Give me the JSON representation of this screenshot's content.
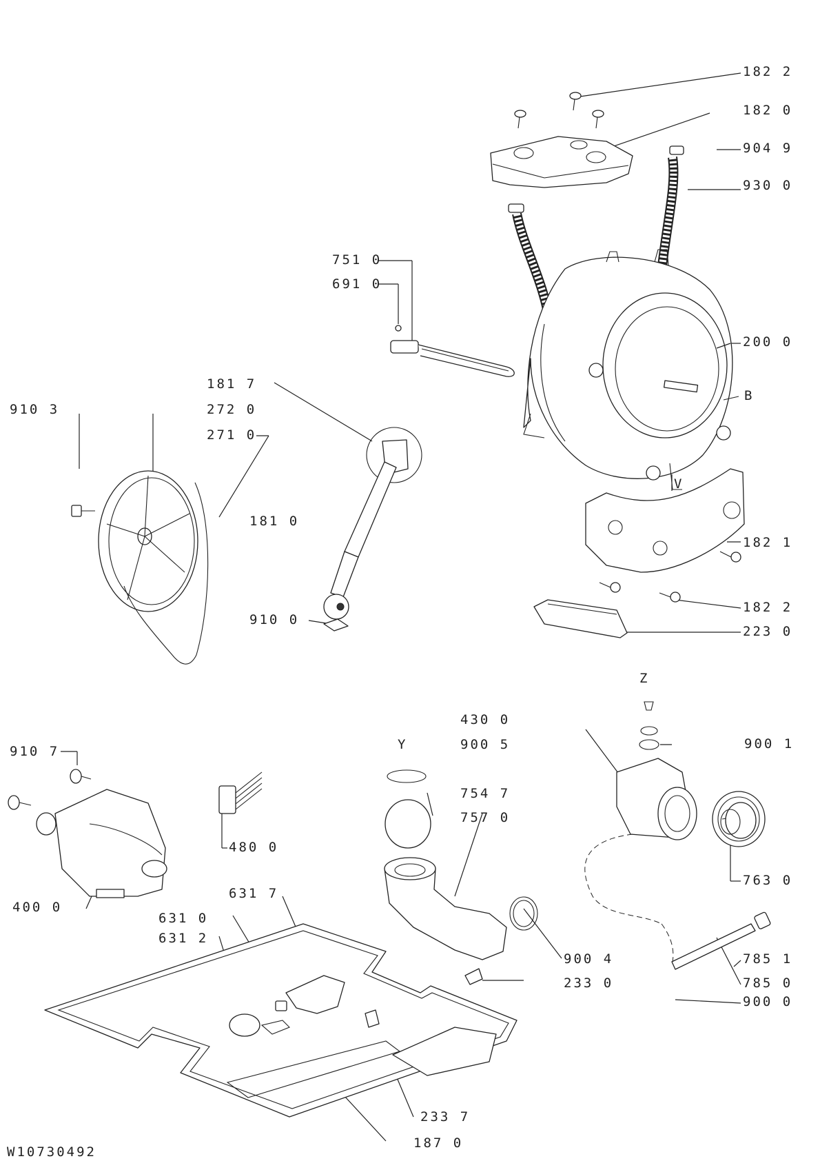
{
  "drawing_code": "W10730492",
  "callouts": [
    {
      "id": "c1822a",
      "text": "182 2"
    },
    {
      "id": "c1820",
      "text": "182 0"
    },
    {
      "id": "c9049",
      "text": "904 9"
    },
    {
      "id": "c9300",
      "text": "930 0"
    },
    {
      "id": "c7510",
      "text": "751 0"
    },
    {
      "id": "c6910",
      "text": "691 0"
    },
    {
      "id": "c2000",
      "text": "200 0"
    },
    {
      "id": "cB",
      "text": "B"
    },
    {
      "id": "c1817",
      "text": "181 7"
    },
    {
      "id": "c2720",
      "text": "272 0"
    },
    {
      "id": "c2710",
      "text": "271 0"
    },
    {
      "id": "c9103",
      "text": "910 3"
    },
    {
      "id": "c1810",
      "text": "181 0"
    },
    {
      "id": "cV",
      "text": "V"
    },
    {
      "id": "c1821",
      "text": "182 1"
    },
    {
      "id": "c1822b",
      "text": "182 2"
    },
    {
      "id": "c9100",
      "text": "910 0"
    },
    {
      "id": "c2230",
      "text": "223 0"
    },
    {
      "id": "cZ",
      "text": "Z"
    },
    {
      "id": "c4300",
      "text": "430 0"
    },
    {
      "id": "c9005",
      "text": "900 5"
    },
    {
      "id": "c9001",
      "text": "900 1"
    },
    {
      "id": "c9107",
      "text": "910 7"
    },
    {
      "id": "cY",
      "text": "Y"
    },
    {
      "id": "c7547",
      "text": "754 7"
    },
    {
      "id": "c7570",
      "text": "757 0"
    },
    {
      "id": "c4800",
      "text": "480 0"
    },
    {
      "id": "c7630",
      "text": "763 0"
    },
    {
      "id": "c4000",
      "text": "400 0"
    },
    {
      "id": "c6317",
      "text": "631 7"
    },
    {
      "id": "c6310",
      "text": "631 0"
    },
    {
      "id": "c6312",
      "text": "631 2"
    },
    {
      "id": "c9004",
      "text": "900 4"
    },
    {
      "id": "c7851",
      "text": "785 1"
    },
    {
      "id": "c2330",
      "text": "233 0"
    },
    {
      "id": "c7850",
      "text": "785 0"
    },
    {
      "id": "c9000",
      "text": "900 0"
    },
    {
      "id": "c2337",
      "text": "233 7"
    },
    {
      "id": "c1870",
      "text": "187 0"
    }
  ]
}
